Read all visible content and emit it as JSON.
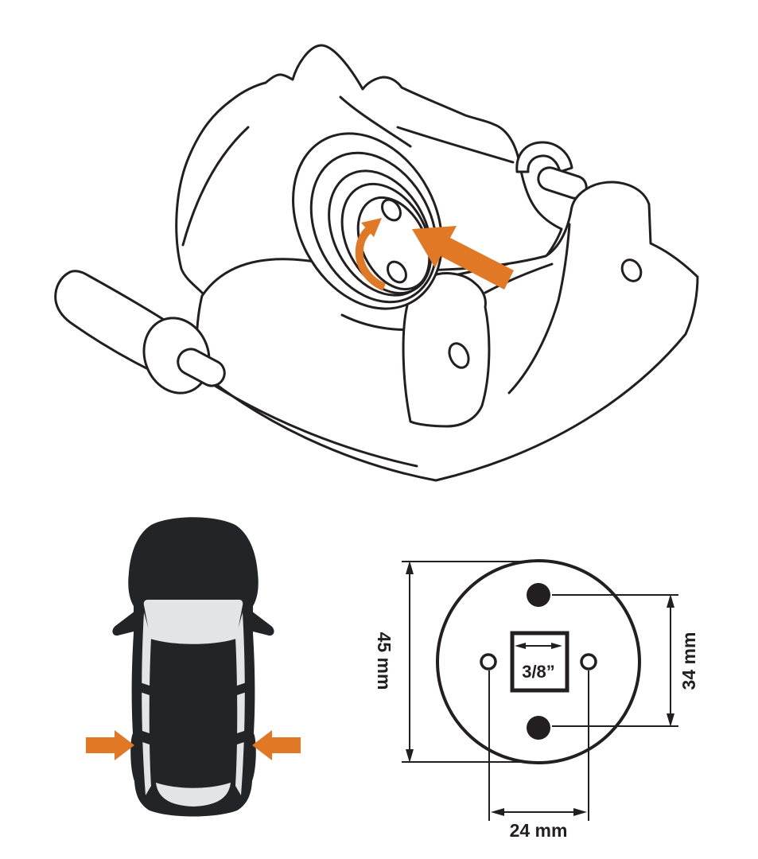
{
  "colors": {
    "line": "#231f20",
    "orange": "#e07826",
    "car_body": "#232427",
    "glass": "#e3e4e7",
    "background": "#ffffff"
  },
  "caliper_figure": {
    "rotate_arrow_icon": "rotate-counterclockwise-arrow",
    "press_arrow_icon": "press-piston-inward-arrow"
  },
  "car_figure": {
    "left_arrow_icon": "compress-left-arrow",
    "right_arrow_icon": "compress-right-arrow"
  },
  "adapter_diagram": {
    "diameter_label": "45 mm",
    "vertical_pin_spacing_label": "34 mm",
    "horizontal_pin_spacing_label": "24 mm",
    "drive_size_label": "3/8”"
  }
}
